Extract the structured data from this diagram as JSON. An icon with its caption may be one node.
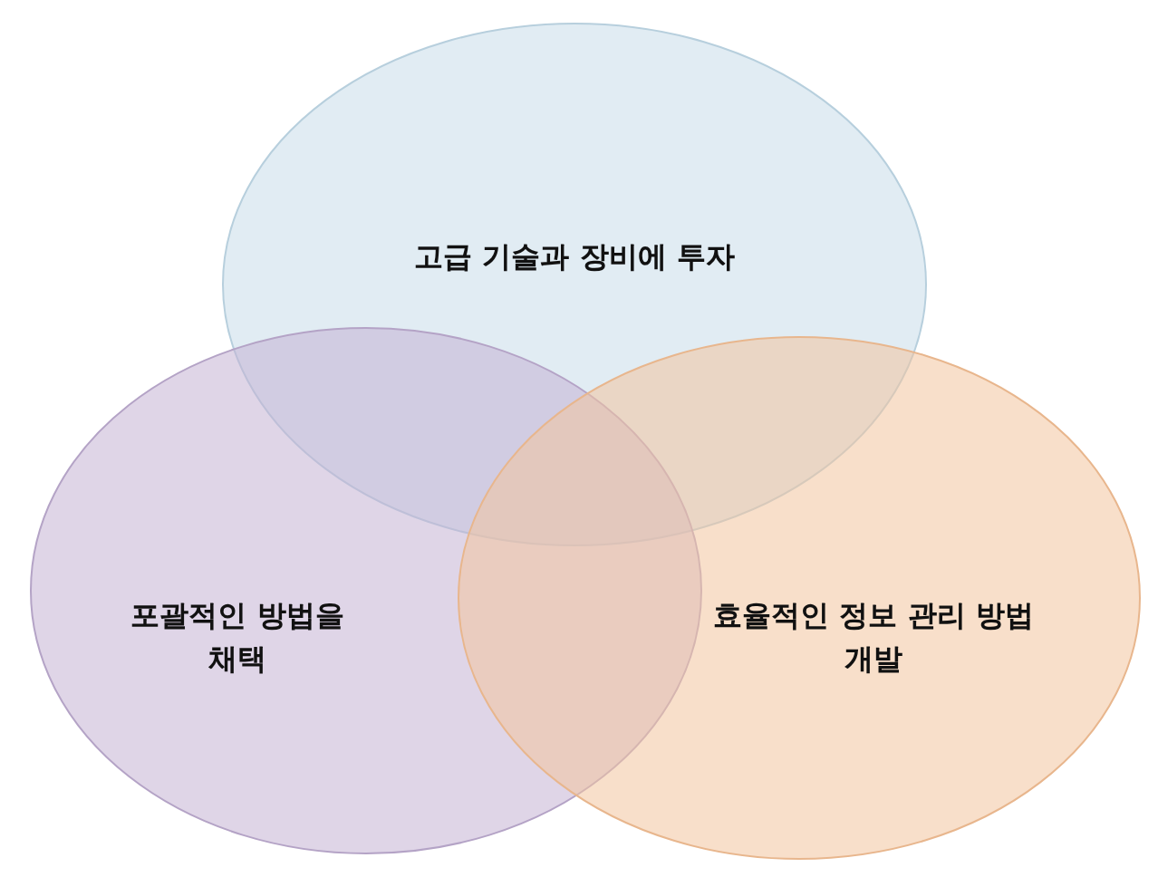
{
  "diagram": {
    "nodes": [
      {
        "text": [
          "고급 기술과 장비에 투자"
        ]
      },
      {
        "text": [
          "포괄적인 방법을 채택"
        ]
      },
      {
        "text": [
          "효율적인 정보 관리 방법 개발"
        ]
      }
    ]
  }
}
